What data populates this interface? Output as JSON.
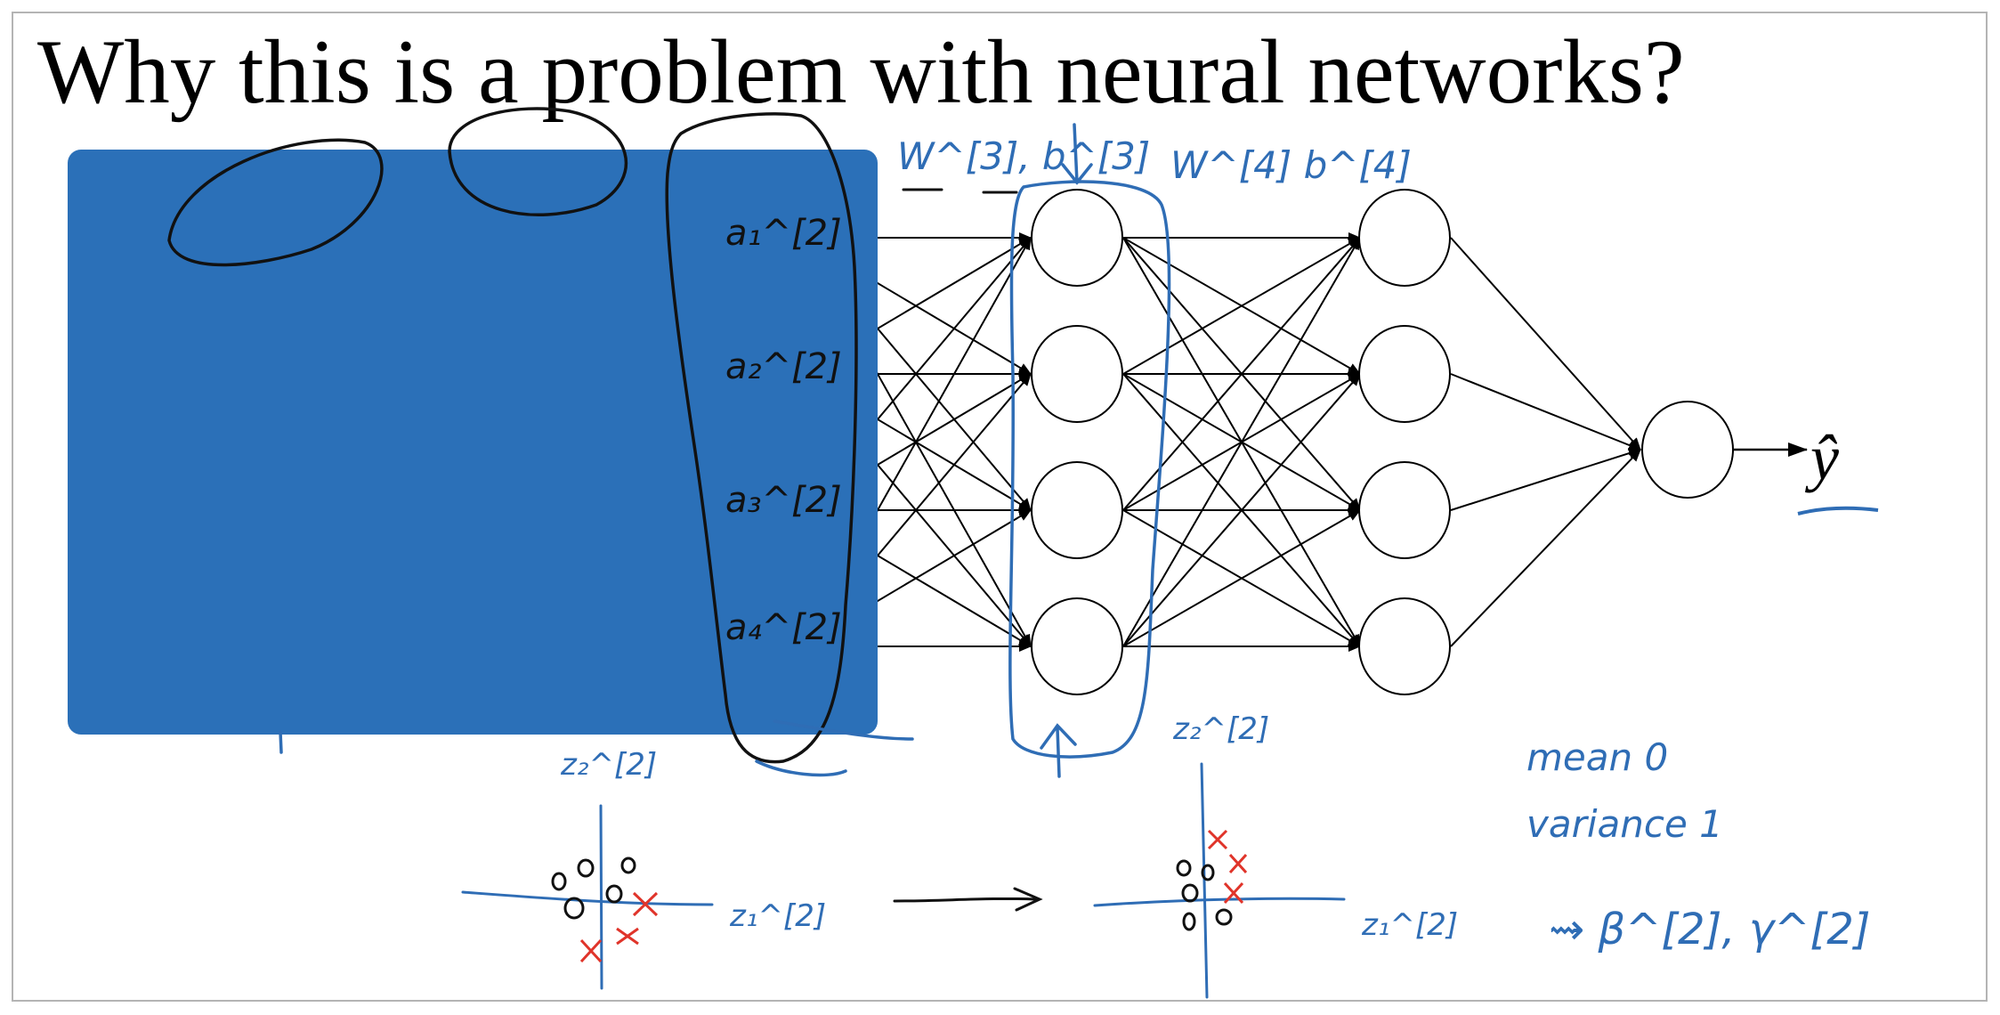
{
  "slide": {
    "title": "Why this is a problem with neural networks?"
  },
  "network": {
    "hidden_layers": [
      {
        "nodes": 4
      },
      {
        "nodes": 4
      }
    ],
    "output_nodes": 1,
    "output_label": "ŷ",
    "colors": {
      "nodes": "#000000",
      "edges": "#000000",
      "occluding_box": "#2b70b8"
    }
  },
  "annotations": {
    "layer2_activations": [
      "a₁^[2]",
      "a₂^[2]",
      "a₃^[2]",
      "a₄^[2]"
    ],
    "params_layer3": "W^[3], b^[3]",
    "params_layer4": "W^[4] b^[4]",
    "axis_left_vertical": "z₂^[2]",
    "axis_left_horizontal": "z₁^[2]",
    "axis_right_vertical": "z₂^[2]",
    "axis_right_horizontal": "z₁^[2]",
    "stats_mean": "mean 0",
    "stats_variance": "variance 1",
    "stats_params": "⇝ β^[2], γ^[2]",
    "ink_colors": {
      "blue": "#2f6db5",
      "black": "#111111",
      "red": "#e0342a"
    }
  }
}
